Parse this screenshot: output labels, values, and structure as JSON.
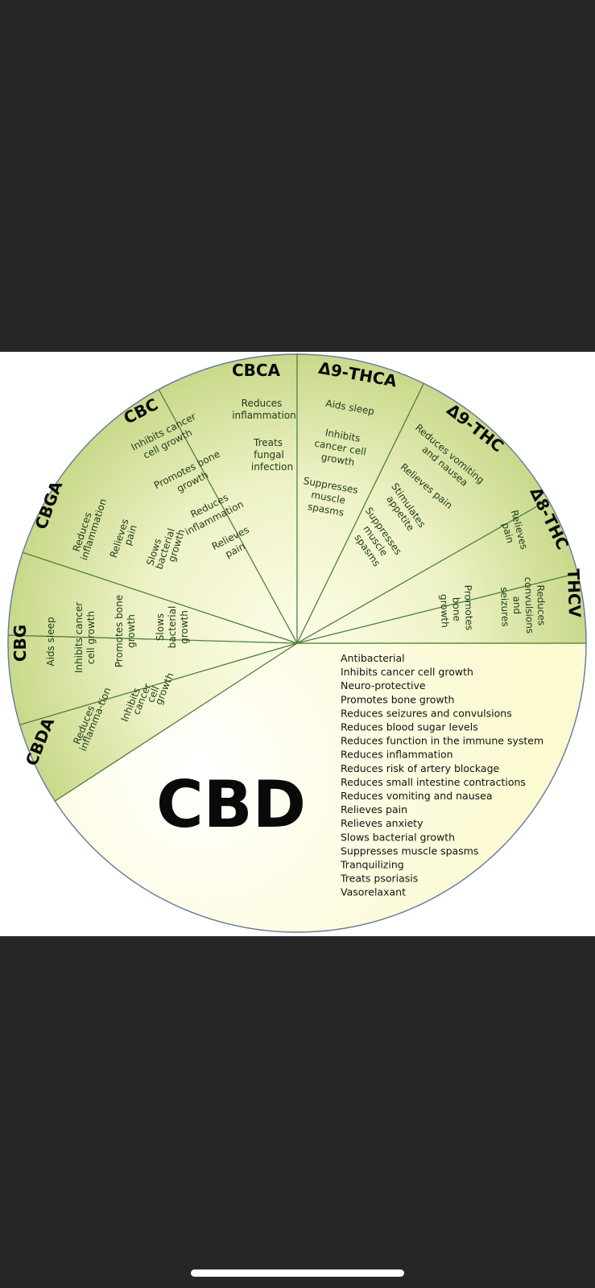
{
  "colors": {
    "background": "#252626",
    "panel": "#ffffff",
    "wedge_outer": "#c8d98a",
    "wedge_inner": "#fdfde9",
    "divider": "#4f7f3a",
    "cbd_fill": "#fbfad0",
    "effect_text": "#1b3a1b"
  },
  "segments": [
    {
      "name": "CBC",
      "effects": [
        "Inhibits cancer cell growth",
        "Promotes bone growth",
        "Reduces inflammation",
        "Relieves pain"
      ]
    },
    {
      "name": "CBCA",
      "effects": [
        "Reduces inflammation",
        "Treats fungal infection"
      ]
    },
    {
      "name": "Δ9-THCA",
      "effects": [
        "Aids sleep",
        "Inhibits cancer cell growth",
        "Suppresses muscle spasms"
      ]
    },
    {
      "name": "Δ9-THC",
      "effects": [
        "Reduces vomiting and nausea",
        "Relieves pain",
        "Stimulates appetite",
        "Suppresses muscle spasms"
      ]
    },
    {
      "name": "Δ8-THC",
      "effects": [
        "Relieves pain"
      ]
    },
    {
      "name": "THCV",
      "effects": [
        "Reduces convulsions and seizures",
        "Promotes bone growth"
      ]
    },
    {
      "name": "CBDA",
      "effects": [
        "Reduces inflamma-tion",
        "Inhibits cancer cell growth"
      ]
    },
    {
      "name": "CBG",
      "effects": [
        "Aids sleep",
        "Inhibits cancer cell growth",
        "Promotes bone growth",
        "Slows bacterial growth"
      ]
    },
    {
      "name": "CBGA",
      "effects": [
        "Reduces inflammation",
        "Relieves pain",
        "Slows bacterial growth"
      ]
    }
  ],
  "cbd": {
    "name": "CBD",
    "effects": [
      "Antibacterial",
      "Inhibits cancer cell growth",
      "Neuro-protective",
      "Promotes bone growth",
      "Reduces seizures and convulsions",
      "Reduces blood sugar levels",
      "Reduces function in the immune system",
      "Reduces inflammation",
      "Reduces risk of artery blockage",
      "Reduces small intestine contractions",
      "Reduces vomiting and nausea",
      "Relieves pain",
      "Relieves anxiety",
      "Slows bacterial growth",
      "Suppresses muscle spasms",
      "Tranquilizing",
      "Treats psoriasis",
      "Vasorelaxant"
    ]
  }
}
